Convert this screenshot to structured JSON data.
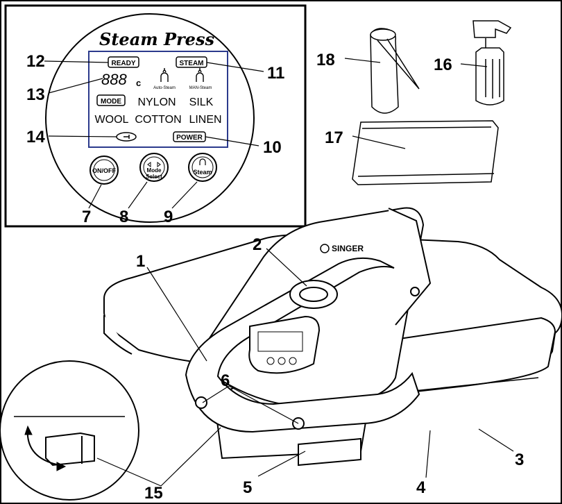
{
  "panel": {
    "title": "Steam Press",
    "ready": "READY",
    "steam": "STEAM",
    "temp_digits": "888",
    "temp_unit": "c",
    "auto_steam": "Auto-Steam",
    "man_steam": "MAN-Steam",
    "mode": "MODE",
    "fabrics_row1": [
      "NYLON",
      "SILK"
    ],
    "fabrics_row2": [
      "WOOL",
      "COTTON",
      "LINEN"
    ],
    "power": "POWER",
    "btn_onoff": "ON/OFF",
    "btn_mode_line1": "Mode",
    "btn_mode_line2": "Select",
    "btn_steam": "Steam"
  },
  "brand": "SINGER",
  "callouts": [
    "1",
    "2",
    "3",
    "4",
    "5",
    "6",
    "7",
    "8",
    "9",
    "10",
    "11",
    "12",
    "13",
    "14",
    "15",
    "16",
    "17",
    "18"
  ],
  "colors": {
    "line": "#000000",
    "lcd_border": "#2b3a8c",
    "body_fill": "#ffffff"
  },
  "icons": [
    "steam-icon",
    "plug-icon",
    "spray-bottle-icon",
    "water-bag-icon",
    "measuring-funnel-icon"
  ]
}
